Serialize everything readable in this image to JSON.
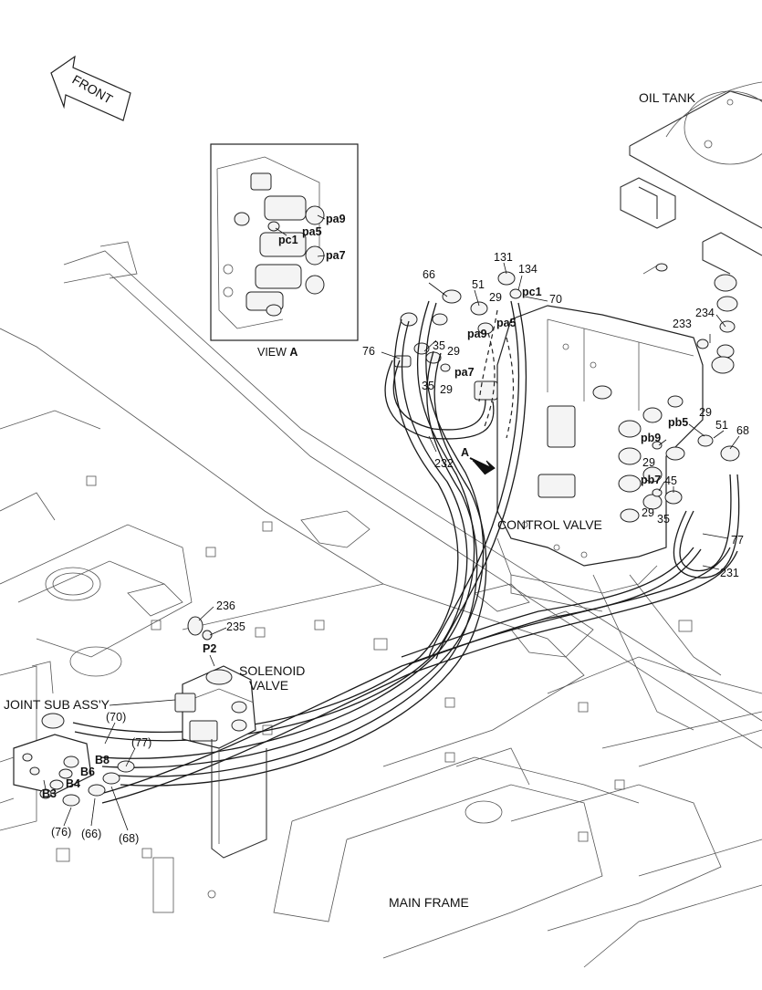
{
  "diagram": {
    "front_arrow": "FRONT",
    "inset": {
      "caption": "VIEW ",
      "caption_letter": "A",
      "ports": [
        "pa9",
        "pc1",
        "pa5",
        "pa7"
      ]
    },
    "assemblies": {
      "oil_tank": "OIL TANK",
      "control_valve": "CONTROL VALVE",
      "solenoid_valve_line1": "SOLENOID",
      "solenoid_valve_line2": "VALVE",
      "joint_sub_assy": "JOINT SUB ASS'Y",
      "main_frame": "MAIN FRAME",
      "view_arrow": "A"
    },
    "ports": {
      "pc1": "pc1",
      "pa5": "pa5",
      "pa9": "pa9",
      "pa7": "pa7",
      "pb5": "pb5",
      "pb9": "pb9",
      "pb7": "pb7",
      "p2": "P2",
      "b8": "B8",
      "b6": "B6",
      "b4": "B4",
      "b3": "B3"
    },
    "part_numbers": {
      "n66": "66",
      "n51a": "51",
      "n131": "131",
      "n134": "134",
      "n29a": "29",
      "n70": "70",
      "n35a": "35",
      "n29b": "29",
      "n76": "76",
      "n35b": "35",
      "n29c": "29",
      "n232": "232",
      "n233": "233",
      "n234": "234",
      "n29d": "29",
      "n51b": "51",
      "n68": "68",
      "n29e": "29",
      "n45": "45",
      "n29f": "29",
      "n35c": "35",
      "n77": "77",
      "n231": "231",
      "n236": "236",
      "n235": "235",
      "p70": "(70)",
      "p77": "(77)",
      "p76": "(76)",
      "p66": "(66)",
      "p68": "(68)"
    }
  }
}
